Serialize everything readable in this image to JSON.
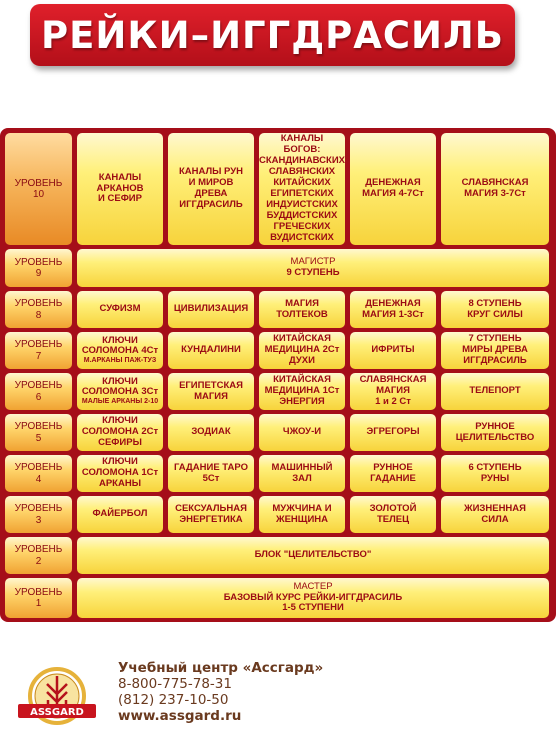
{
  "header": {
    "title": "РЕЙКИ–ИГГДРАСИЛЬ"
  },
  "rows": [
    {
      "level": "УРОВЕНЬ",
      "num": "10",
      "cells": [
        [
          "КАНАЛЫ",
          "АРКАНОВ",
          "И СЕФИР"
        ],
        [
          "КАНАЛЫ РУН",
          "И МИРОВ",
          "ДРЕВА",
          "ИГГДРАСИЛЬ"
        ],
        [
          "КАНАЛЫ БОГОВ:",
          "СКАНДИНАВСКИХ",
          "СЛАВЯНСКИХ",
          "КИТАЙСКИХ",
          "ЕГИПЕТСКИХ",
          "ИНДУИСТСКИХ",
          "БУДДИСТСКИХ",
          "ГРЕЧЕСКИХ",
          "ВУДИСТСКИХ"
        ],
        [
          "ДЕНЕЖНАЯ",
          "МАГИЯ 4-7Ст"
        ],
        [
          "СЛАВЯНСКАЯ",
          "МАГИЯ 3-7Ст"
        ]
      ]
    },
    {
      "level": "УРОВЕНЬ",
      "num": "9",
      "wide": [
        "МАГИСТР",
        "9 СТУПЕНЬ"
      ]
    },
    {
      "level": "УРОВЕНЬ",
      "num": "8",
      "cells": [
        [
          "СУФИЗМ"
        ],
        [
          "ЦИВИЛИЗАЦИЯ"
        ],
        [
          "МАГИЯ",
          "ТОЛТЕКОВ"
        ],
        [
          "ДЕНЕЖНАЯ",
          "МАГИЯ 1-3Ст"
        ],
        [
          "8 СТУПЕНЬ",
          "КРУГ СИЛЫ"
        ]
      ]
    },
    {
      "level": "УРОВЕНЬ",
      "num": "7",
      "cells": [
        [
          "КЛЮЧИ",
          "СОЛОМОНА 4Ст",
          "М.АРКАНЫ ПАЖ-ТУЗ"
        ],
        [
          "КУНДАЛИНИ"
        ],
        [
          "КИТАЙСКАЯ",
          "МЕДИЦИНА 2Ст",
          "ДУХИ"
        ],
        [
          "ИФРИТЫ"
        ],
        [
          "7 СТУПЕНЬ",
          "МИРЫ ДРЕВА",
          "ИГГДРАСИЛЬ"
        ]
      ]
    },
    {
      "level": "УРОВЕНЬ",
      "num": "6",
      "cells": [
        [
          "КЛЮЧИ",
          "СОЛОМОНА 3Ст",
          "МАЛЫЕ АРКАНЫ 2-10"
        ],
        [
          "ЕГИПЕТСКАЯ",
          "МАГИЯ"
        ],
        [
          "КИТАЙСКАЯ",
          "МЕДИЦИНА 1Ст",
          "ЭНЕРГИЯ"
        ],
        [
          "СЛАВЯНСКАЯ",
          "МАГИЯ",
          "1 и 2 Ст"
        ],
        [
          "ТЕЛЕПОРТ"
        ]
      ]
    },
    {
      "level": "УРОВЕНЬ",
      "num": "5",
      "cells": [
        [
          "КЛЮЧИ",
          "СОЛОМОНА 2Ст",
          "СЕФИРЫ"
        ],
        [
          "ЗОДИАК"
        ],
        [
          "ЧЖОУ-И"
        ],
        [
          "ЭГРЕГОРЫ"
        ],
        [
          "РУННОЕ",
          "ЦЕЛИТЕЛЬСТВО"
        ]
      ]
    },
    {
      "level": "УРОВЕНЬ",
      "num": "4",
      "cells": [
        [
          "КЛЮЧИ",
          "СОЛОМОНА 1Ст",
          "АРКАНЫ"
        ],
        [
          "ГАДАНИЕ ТАРО",
          "5Ст"
        ],
        [
          "МАШИННЫЙ",
          "ЗАЛ"
        ],
        [
          "РУННОЕ",
          "ГАДАНИЕ"
        ],
        [
          "6 СТУПЕНЬ",
          "РУНЫ"
        ]
      ]
    },
    {
      "level": "УРОВЕНЬ",
      "num": "3",
      "cells": [
        [
          "ФАЙЕРБОЛ"
        ],
        [
          "СЕКСУАЛЬНАЯ",
          "ЭНЕРГЕТИКА"
        ],
        [
          "МУЖЧИНА И",
          "ЖЕНЩИНА"
        ],
        [
          "ЗОЛОТОЙ",
          "ТЕЛЕЦ"
        ],
        [
          "ЖИЗНЕННАЯ",
          "СИЛА"
        ]
      ]
    },
    {
      "level": "УРОВЕНЬ",
      "num": "2",
      "wide": [
        "БЛОК \"ЦЕЛИТЕЛЬСТВО\""
      ]
    },
    {
      "level": "УРОВЕНЬ",
      "num": "1",
      "wide": [
        "МАСТЕР",
        "БАЗОВЫЙ КУРС РЕЙКИ-ИГГДРАСИЛЬ",
        "1-5 СТУПЕНИ"
      ]
    }
  ],
  "footer": {
    "org": "Учебный центр «Ассгард»",
    "phone1": "8-800-775-78-31",
    "phone2": "(812) 237-10-50",
    "site": "www.assgard.ru",
    "logo_text": "ASSGARD"
  }
}
